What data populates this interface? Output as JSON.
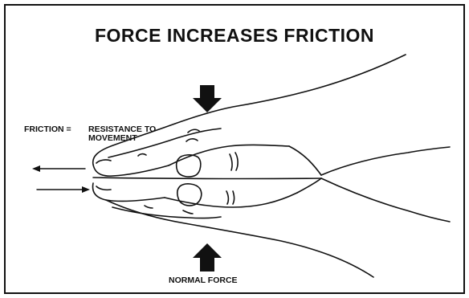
{
  "title": "FORCE INCREASES FRICTION",
  "friction_label": {
    "term": "FRICTION =",
    "definition_line1": "RESISTANCE TO",
    "definition_line2": "MOVEMENT"
  },
  "normal_force_label": "NORMAL FORCE",
  "colors": {
    "ink": "#111111",
    "background": "#ffffff"
  }
}
